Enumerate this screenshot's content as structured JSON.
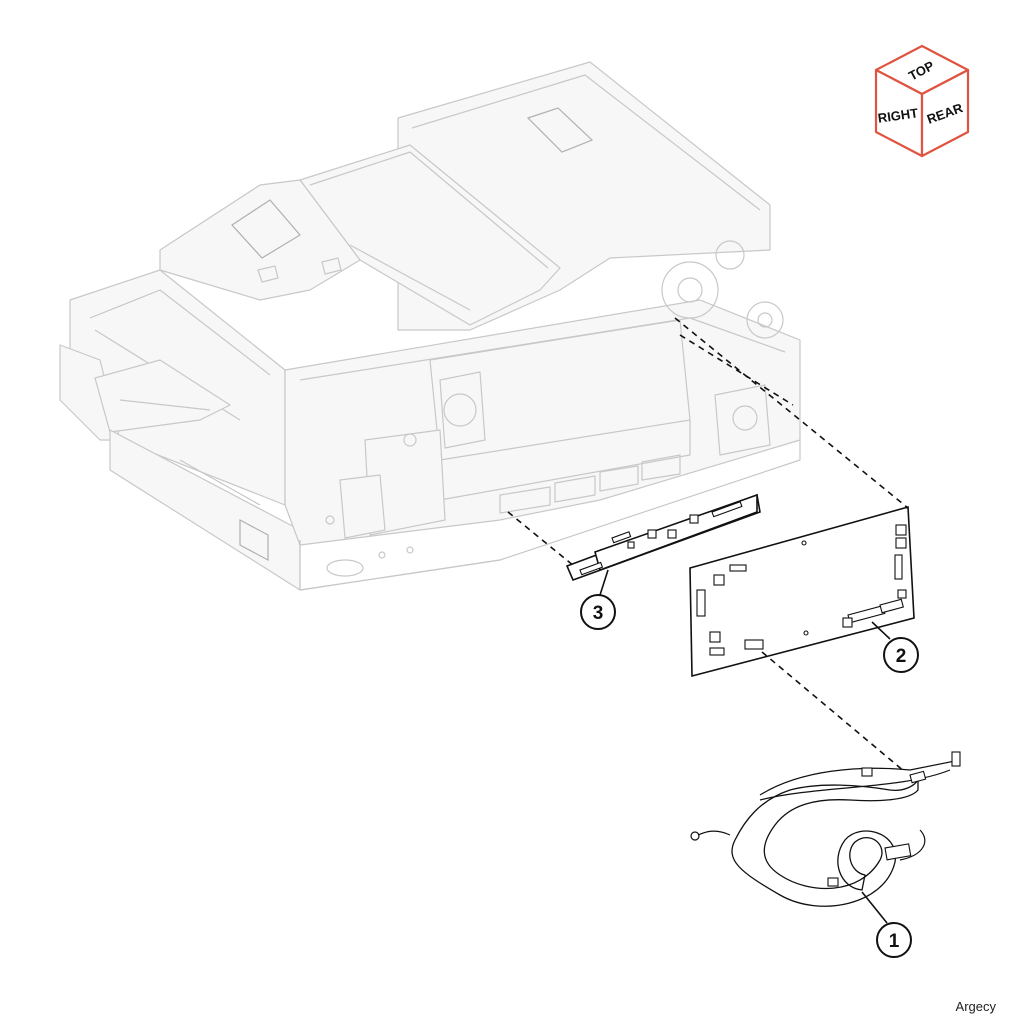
{
  "orientation_cube": {
    "top_label": "TOP",
    "right_label": "RIGHT",
    "rear_label": "REAR",
    "edge_color": "#e0533f"
  },
  "callouts": [
    {
      "number": "1"
    },
    {
      "number": "2"
    },
    {
      "number": "3"
    }
  ],
  "watermark": "Argecy"
}
